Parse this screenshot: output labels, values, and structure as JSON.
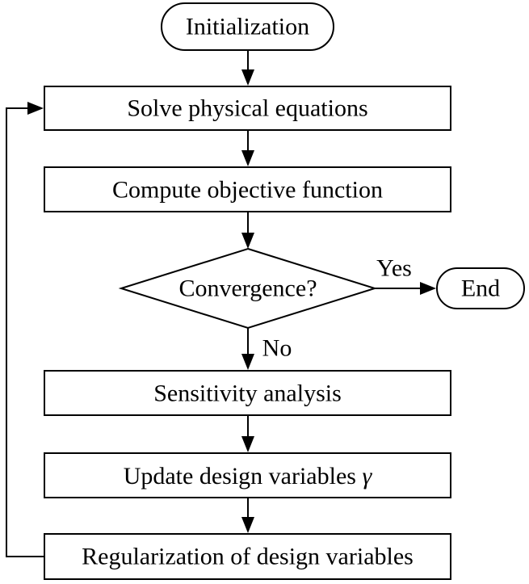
{
  "nodes": {
    "initialization": {
      "label": "Initialization"
    },
    "solve": {
      "label": "Solve physical equations"
    },
    "compute": {
      "label": "Compute objective function"
    },
    "convergence": {
      "label": "Convergence?"
    },
    "end": {
      "label": "End"
    },
    "sensitivity": {
      "label": "Sensitivity analysis"
    },
    "update": {
      "label": "Update design variables ",
      "symbol": "γ"
    },
    "regularization": {
      "label": "Regularization of design variables"
    }
  },
  "edges": {
    "yes_label": "Yes",
    "no_label": "No"
  },
  "colors": {
    "stroke": "#000000",
    "fill": "#ffffff"
  }
}
